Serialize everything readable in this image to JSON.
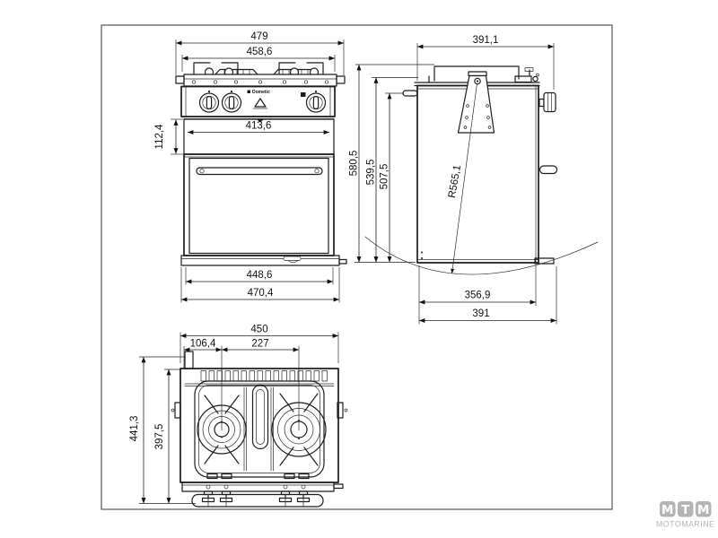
{
  "front_view": {
    "overall_width": "479",
    "grate_width": "458,6",
    "panel_band_height": "112,4",
    "inner_width": "413,6",
    "base_width": "448,6",
    "base_overall_width": "470,4",
    "brand": "Dometic"
  },
  "side_view": {
    "top_depth": "391,1",
    "total_height": "580,5",
    "mid_height": "539,5",
    "body_height": "507,5",
    "swing_radius": "R565,1",
    "bottom_depth": "356,9",
    "bottom_overall_depth": "391"
  },
  "top_view": {
    "overall_width": "450",
    "left_burner_offset": "106,4",
    "burner_spacing": "227",
    "total_depth": "441,3",
    "body_depth": "397,5"
  },
  "logo": {
    "letter_1": "M",
    "letter_2": "T",
    "letter_3": "M",
    "name": "MOTOMARINE"
  },
  "colors": {
    "line": "#1c1c1c",
    "dimension_text": "#111111",
    "logo_gray": "#b4b4b4",
    "background": "#ffffff"
  }
}
